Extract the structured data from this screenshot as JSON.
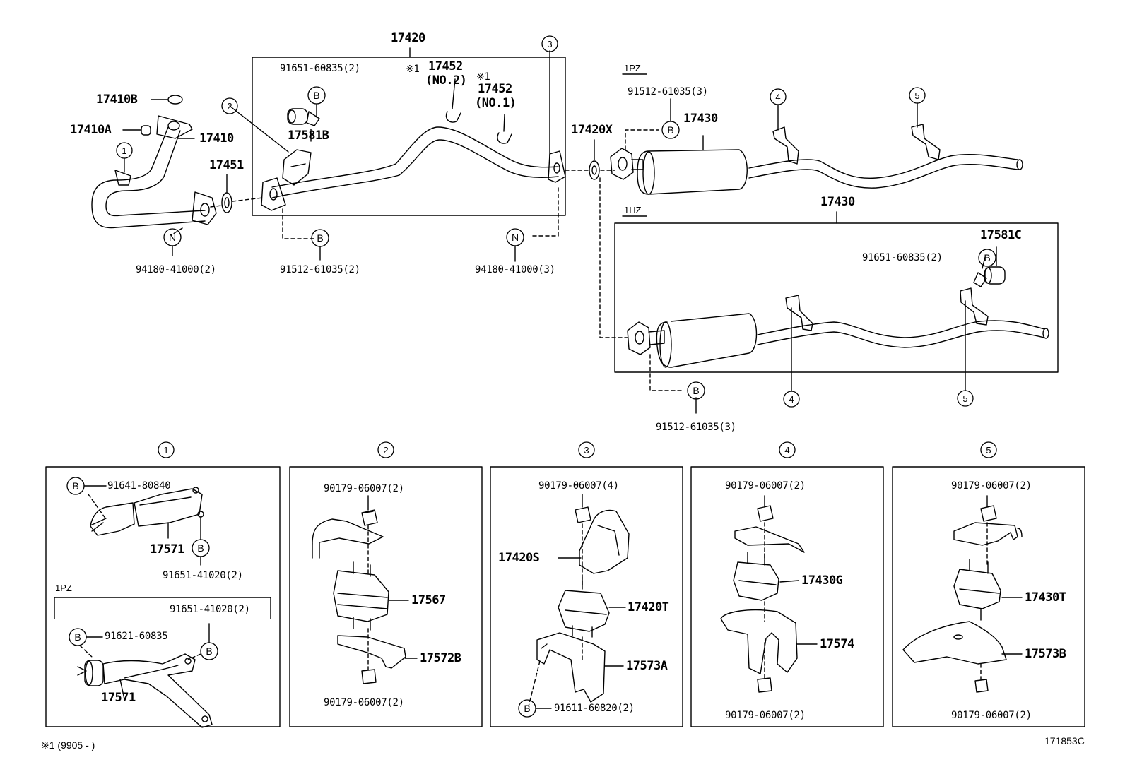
{
  "labels": {
    "p17420": "17420",
    "p17410B": "17410B",
    "p17410A": "17410A",
    "p17410": "17410",
    "p17451": "17451",
    "p17581B": "17581B",
    "p91651_60835_2_top": "91651-60835(2)",
    "note_mark_a": "※1",
    "p17452_no2": "17452",
    "no2": "(NO.2)",
    "note_mark_b": "※1",
    "p17452_no1": "17452",
    "no1": "(NO.1)",
    "p94180_41000_2": "94180-41000(2)",
    "p91512_61035_2": "91512-61035(2)",
    "p94180_41000_3": "94180-41000(3)",
    "p17420X": "17420X",
    "tag_1pz_top": "1PZ",
    "p91512_61035_3_top": "91512-61035(3)",
    "p17430_top": "17430",
    "tag_1hz": "1HZ",
    "p17430_mid": "17430",
    "p17581C": "17581C",
    "p91651_60835_2_right": "91651-60835(2)",
    "p91512_61035_3_bottom": "91512-61035(3)",
    "d1_91641_80840": "91641-80840",
    "d1_17571_a": "17571",
    "d1_91651_41020_a": "91651-41020(2)",
    "d1_tag_1pz": "1PZ",
    "d1_91651_41020_b": "91651-41020(2)",
    "d1_91621_60835": "91621-60835",
    "d1_17571_b": "17571",
    "d2_90179_top": "90179-06007(2)",
    "d2_17567": "17567",
    "d2_17572B": "17572B",
    "d2_90179_bottom": "90179-06007(2)",
    "d3_90179_top": "90179-06007(4)",
    "d3_17420S": "17420S",
    "d3_17420T": "17420T",
    "d3_17573A": "17573A",
    "d3_91611_60820": "91611-60820(2)",
    "d4_90179_top": "90179-06007(2)",
    "d4_17430G": "17430G",
    "d4_17574": "17574",
    "d4_90179_bottom": "90179-06007(2)",
    "d5_90179_top": "90179-06007(2)",
    "d5_17430T": "17430T",
    "d5_17573B": "17573B",
    "d5_90179_bottom": "90179-06007(2)",
    "footnote": "※1 (9905 -        )",
    "diagram_id": "171853C"
  },
  "circle_refs": {
    "one": "1",
    "two": "2",
    "three": "3",
    "four": "4",
    "five": "5",
    "B": "B",
    "N": "N"
  }
}
